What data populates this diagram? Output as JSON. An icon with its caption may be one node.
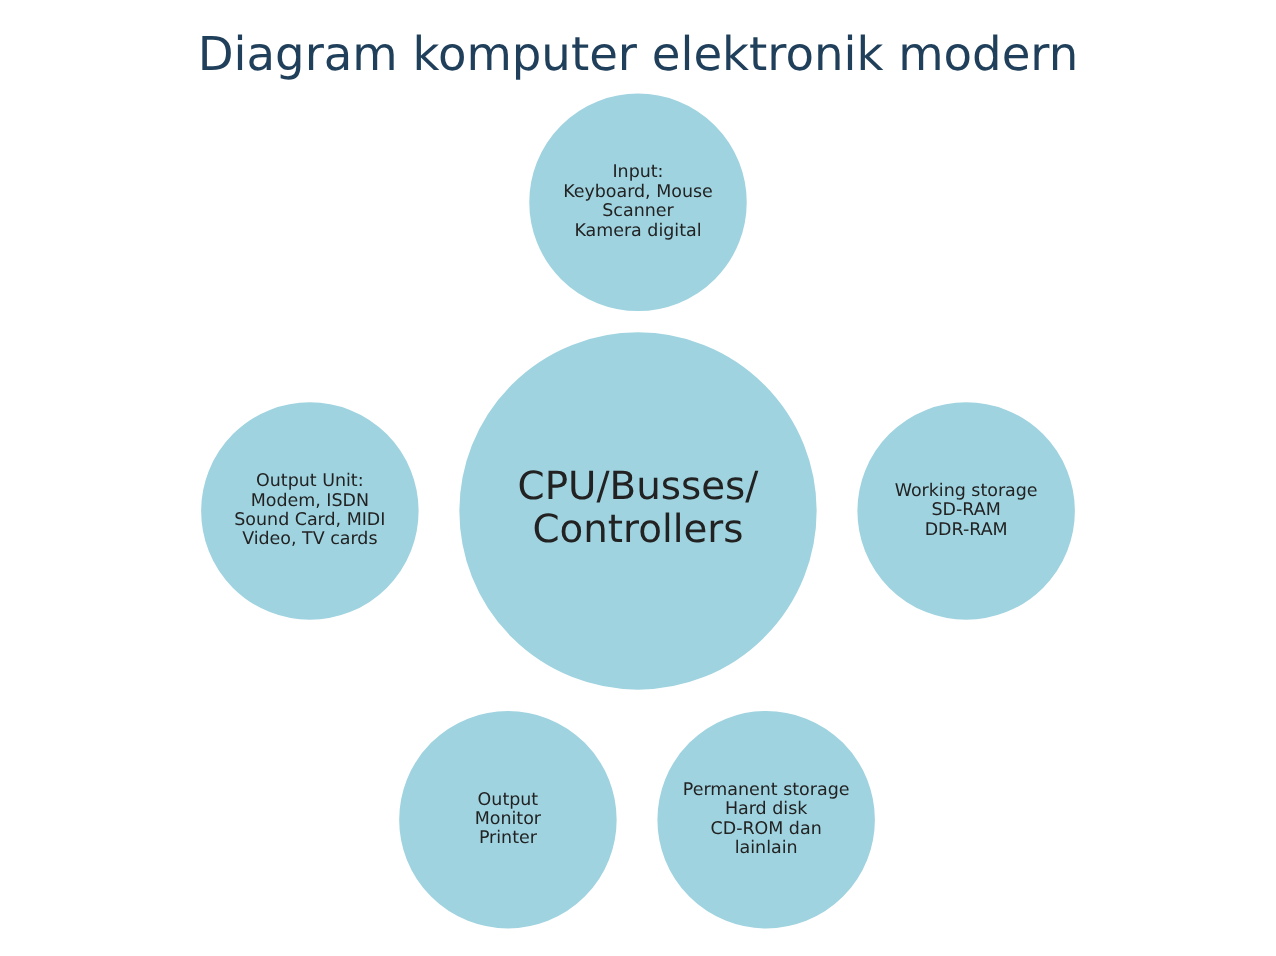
{
  "diagram": {
    "title": "Diagram komputer elektronik modern",
    "nodes": [
      {
        "text": [
          "Input:",
          "Keyboard, Mouse",
          "Scanner",
          "Kamera digital"
        ]
      },
      {
        "text": [
          "Output Unit:",
          "Modem, ISDN",
          "Sound Card, MIDI",
          "Video, TV cards"
        ]
      },
      {
        "text": [
          "CPU/Busses/ Controllers"
        ]
      },
      {
        "text": [
          "Working storage",
          "SD-RAM",
          "DDR-RAM"
        ]
      },
      {
        "text": [
          "Output",
          "Monitor",
          "Printer"
        ]
      },
      {
        "text": [
          "Permanent storage",
          "Hard disk",
          "CD-ROM dan lainlain"
        ]
      }
    ],
    "edges": []
  }
}
